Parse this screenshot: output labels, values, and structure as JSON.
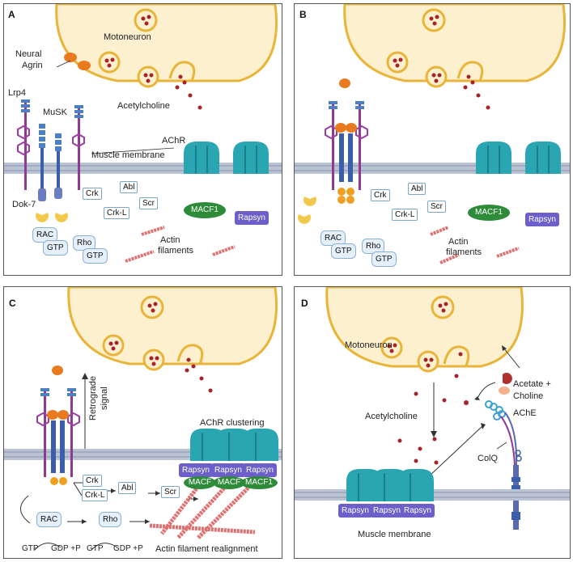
{
  "panels": {
    "A": {
      "letter": "A",
      "motoneuron": "Motoneuron",
      "neural_agrin": "Neural\nAgrin",
      "neural_agrin_line1": "Neural",
      "neural_agrin_line2": "Agrin",
      "lrp4": "Lrp4",
      "musk": "MuSK",
      "acetylcholine": "Acetylcholine",
      "achr": "AChR",
      "muscle_membrane": "Muscle membrane",
      "dok7": "Dok-7",
      "crk": "Crk",
      "abl": "Abl",
      "crkl": "Crk-L",
      "scr": "Scr",
      "macf1": "MACF1",
      "rapsyn": "Rapsyn",
      "rac": "RAC",
      "gtp1": "GTP",
      "rho": "Rho",
      "gtp2": "GTP",
      "actin1": "Actin",
      "actin2": "filaments"
    },
    "B": {
      "letter": "B",
      "crk": "Crk",
      "abl": "Abl",
      "crkl": "Crk-L",
      "scr": "Scr",
      "macf1": "MACF1",
      "rapsyn": "Rapsyn",
      "rac": "RAC",
      "gtp1": "GTP",
      "rho": "Rho",
      "gtp2": "GTP",
      "actin1": "Actin",
      "actin2": "filaments"
    },
    "C": {
      "letter": "C",
      "retro1": "Retrograde",
      "retro2": "signal",
      "achr_clustering": "AChR clustering",
      "rapsyn": "Rapsyn",
      "crk": "Crk",
      "crkl": "Crk-L",
      "abl": "Abl",
      "scr": "Scr",
      "macf": "MACF",
      "macf1": "MACF1",
      "rac": "RAC",
      "rho": "Rho",
      "gtp": "GTP",
      "gdp": "GDP +P",
      "realign": "Actin filament realignment",
      "p": "P"
    },
    "D": {
      "letter": "D",
      "motoneuron": "Motoneuron",
      "acetylcholine": "Acetylcholine",
      "acetate": "Acetate +",
      "choline": "Choline",
      "ache": "AChE",
      "colq": "ColQ",
      "rapsyn": "Rapsyn",
      "muscle_membrane": "Muscle membrane"
    }
  },
  "colors": {
    "neuron_fill": "#fdf0cf",
    "neuron_stroke": "#e8b53a",
    "vesicle_dot": "#a8222a",
    "agrin": "#ea7a1e",
    "achr": "#2aa6b2",
    "membrane": "#b9c3d3",
    "rapsyn": "#6c5fc9",
    "macf1": "#2e8b3a",
    "actin": "#e07070",
    "musk": "#4d7fc4",
    "lrp4_stalk": "#8f3a8f",
    "phospho": "#f0a020"
  }
}
